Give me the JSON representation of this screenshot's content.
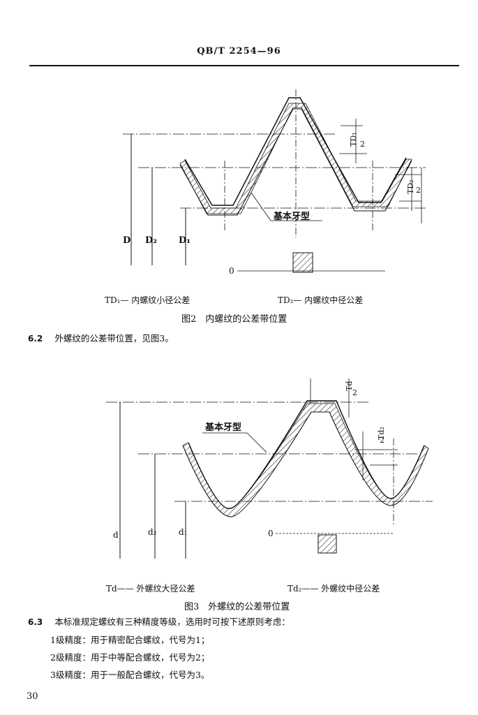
{
  "header": {
    "title": "QB/T 2254—96"
  },
  "figure2": {
    "labels": {
      "td1_half_num": "TD₁",
      "td1_half_den": "2",
      "td2_half_num": "TD₂",
      "td2_half_den": "2",
      "basic_profile": "基本牙型",
      "D": "D",
      "D2": "D₂",
      "D1": "D₁",
      "zero": "0"
    },
    "legend_left": "TD₁— 内螺纹小径公差",
    "legend_right": "TD₂— 内螺纹中径公差",
    "caption": "图2　内螺纹的公差带位置"
  },
  "section_6_2": {
    "number": "6.2",
    "text": "外螺纹的公差带位置，见图3。"
  },
  "figure3": {
    "labels": {
      "td_half_num": "Td",
      "td_half_den": "2",
      "td2_half_num": "Td₂",
      "td2_half_den": "2",
      "basic_profile": "基本牙型",
      "d": "d",
      "d2": "d₂",
      "d1": "d₁",
      "zero": "0"
    },
    "legend_left": "Td—— 外螺纹大径公差",
    "legend_right": "Td₂—— 外螺纹中径公差",
    "caption": "图3　外螺纹的公差带位置"
  },
  "section_6_3": {
    "number": "6.3",
    "text": "本标准规定螺纹有三种精度等级，选用时可按下述原则考虑：",
    "items": [
      "1级精度：用于精密配合螺纹，代号为1；",
      "2级精度：用于中等配合螺纹，代号为2；",
      "3级精度：用于一般配合螺纹，代号为3。"
    ]
  },
  "page_number": "30"
}
